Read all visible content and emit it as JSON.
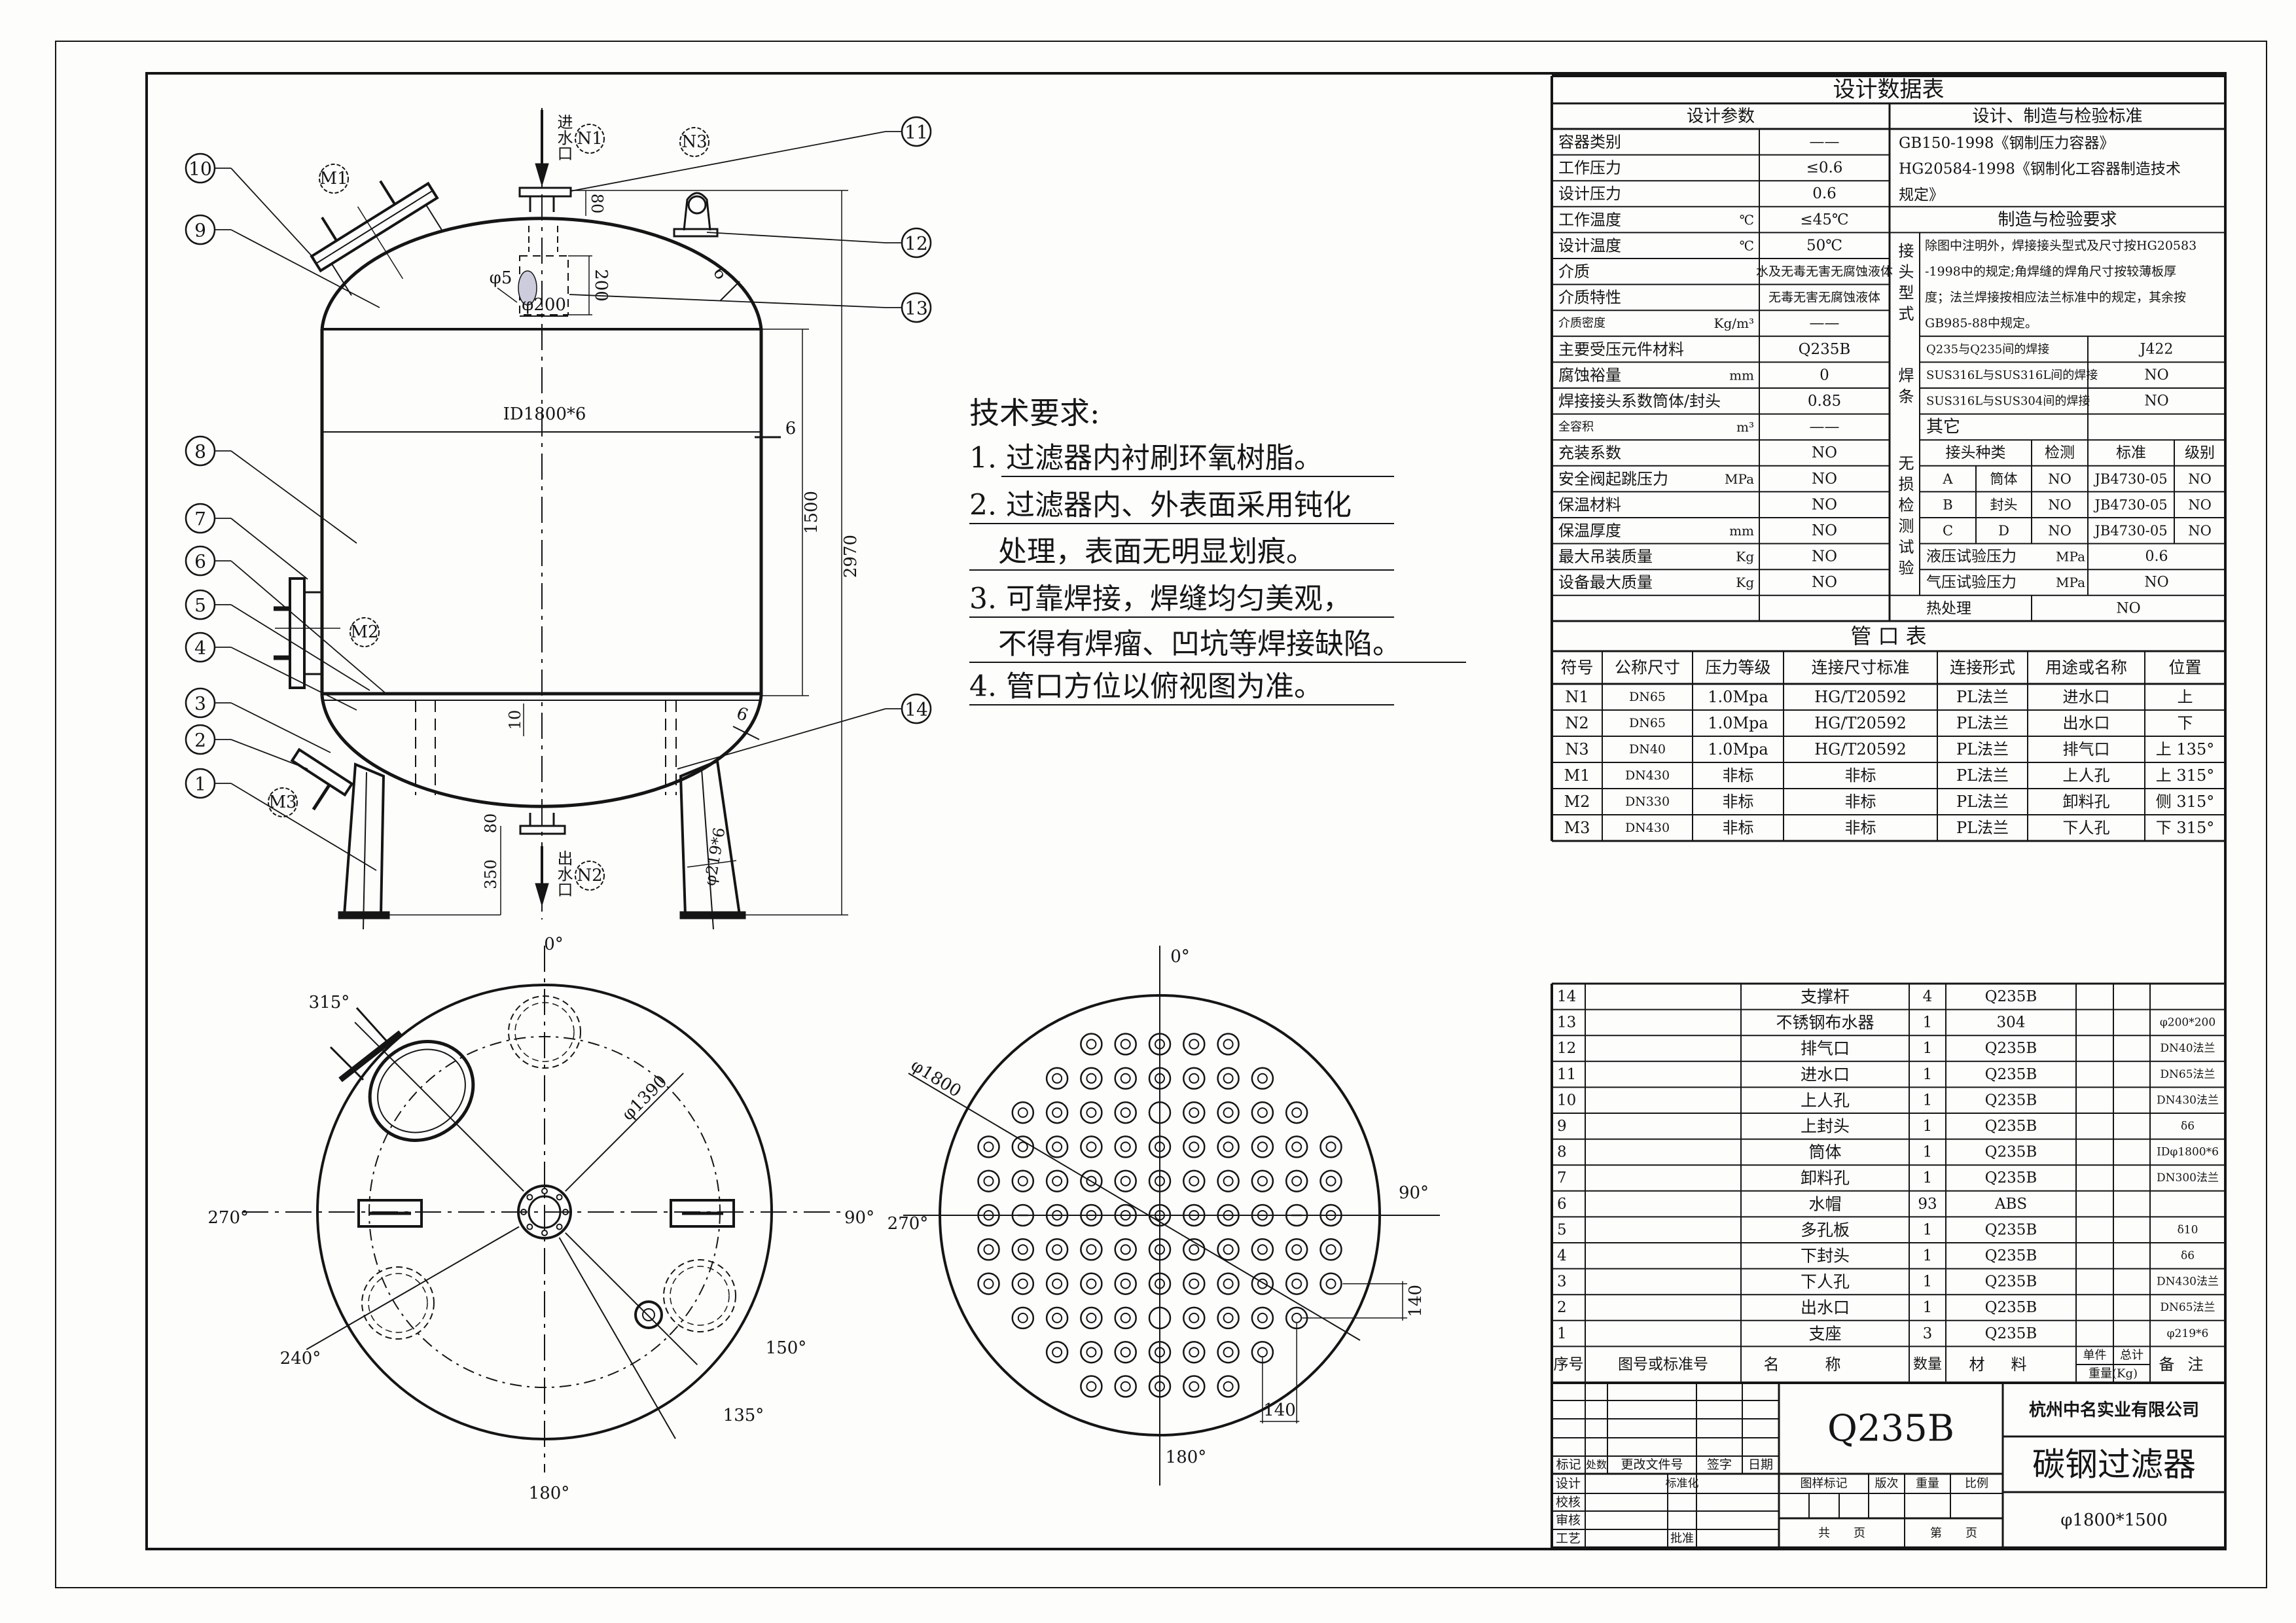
{
  "design_table": {
    "title": "设计数据表",
    "params_header": "设计参数",
    "standards_header": "设计、制造与检验标准",
    "params": [
      {
        "name": "容器类别",
        "unit": "",
        "value": "——"
      },
      {
        "name": "工作压力",
        "unit": "",
        "value": "≤0.6"
      },
      {
        "name": "设计压力",
        "unit": "",
        "value": "0.6"
      },
      {
        "name": "工作温度",
        "unit": "℃",
        "value": "≤45℃"
      },
      {
        "name": "设计温度",
        "unit": "℃",
        "value": "50℃"
      },
      {
        "name": "介质",
        "unit": "",
        "value": "水及无毒无害无腐蚀液体"
      },
      {
        "name": "介质特性",
        "unit": "",
        "value": "无毒无害无腐蚀液体"
      },
      {
        "name": "介质密度",
        "unit": "Kg/m³",
        "value": "——"
      },
      {
        "name": "主要受压元件材料",
        "unit": "",
        "value": "Q235B"
      },
      {
        "name": "腐蚀裕量",
        "unit": "mm",
        "value": "0"
      },
      {
        "name": "焊接接头系数筒体/封头",
        "unit": "",
        "value": "0.85"
      },
      {
        "name": "全容积",
        "unit": "m³",
        "value": "——"
      },
      {
        "name": "充装系数",
        "unit": "",
        "value": "NO"
      },
      {
        "name": "安全阀起跳压力",
        "unit": "MPa",
        "value": "NO"
      },
      {
        "name": "保温材料",
        "unit": "",
        "value": "NO"
      },
      {
        "name": "保温厚度",
        "unit": "mm",
        "value": "NO"
      },
      {
        "name": "最大吊装质量",
        "unit": "Kg",
        "value": "NO"
      },
      {
        "name": "设备最大质量",
        "unit": "Kg",
        "value": "NO"
      }
    ],
    "standards": [
      "GB150-1998《钢制压力容器》",
      "HG20584-1998《钢制化工容器制造技术",
      "规定》"
    ],
    "requirements_header": "制造与检验要求",
    "joint_type": {
      "label": "接头型式",
      "lines": [
        "除图中注明外，焊接接头型式及尺寸按HG20583",
        "-1998中的规定;角焊缝的焊角尺寸按较薄板厚",
        "度；法兰焊接按相应法兰标准中的规定，其余按",
        "GB985-88中规定。"
      ]
    },
    "welding": {
      "label": "焊条",
      "rows": [
        {
          "item": "Q235与Q235间的焊接",
          "value": "J422"
        },
        {
          "item": "SUS316L与SUS316L间的焊接",
          "value": "NO"
        },
        {
          "item": "SUS316L与SUS304间的焊接",
          "value": "NO"
        },
        {
          "item": "其它",
          "value": ""
        }
      ]
    },
    "ndt": {
      "label": "无损检测试验",
      "headers": [
        "接头种类",
        "检测",
        "标准",
        "级别"
      ],
      "rows": [
        [
          "A",
          "筒体",
          "NO",
          "JB4730-05",
          "NO"
        ],
        [
          "B",
          "封头",
          "NO",
          "JB4730-05",
          "NO"
        ],
        [
          "C",
          "D",
          "NO",
          "JB4730-05",
          "NO"
        ]
      ],
      "hydro": {
        "label": "液压试验压力",
        "unit": "MPa",
        "value": "0.6"
      },
      "pneumatic": {
        "label": "气压试验压力",
        "unit": "MPa",
        "value": "NO"
      }
    },
    "heat_treatment": {
      "label": "热处理",
      "value": "NO"
    }
  },
  "nozzle_table": {
    "title": "管 口 表",
    "headers": [
      "符号",
      "公称尺寸",
      "压力等级",
      "连接尺寸标准",
      "连接形式",
      "用途或名称",
      "位置"
    ],
    "rows": [
      [
        "N1",
        "DN65",
        "1.0Mpa",
        "HG/T20592",
        "PL法兰",
        "进水口",
        "上"
      ],
      [
        "N2",
        "DN65",
        "1.0Mpa",
        "HG/T20592",
        "PL法兰",
        "出水口",
        "下"
      ],
      [
        "N3",
        "DN40",
        "1.0Mpa",
        "HG/T20592",
        "PL法兰",
        "排气口",
        "上 135°"
      ],
      [
        "M1",
        "DN430",
        "非标",
        "非标",
        "PL法兰",
        "上人孔",
        "上 315°"
      ],
      [
        "M2",
        "DN330",
        "非标",
        "非标",
        "PL法兰",
        "卸料孔",
        "侧 315°"
      ],
      [
        "M3",
        "DN430",
        "非标",
        "非标",
        "PL法兰",
        "下人孔",
        "下 315°"
      ]
    ]
  },
  "parts_list": {
    "rows": [
      [
        "14",
        "",
        "支撑杆",
        "4",
        "Q235B",
        "",
        "",
        ""
      ],
      [
        "13",
        "",
        "不锈钢布水器",
        "1",
        "304",
        "",
        "",
        "φ200*200"
      ],
      [
        "12",
        "",
        "排气口",
        "1",
        "Q235B",
        "",
        "",
        "DN40法兰"
      ],
      [
        "11",
        "",
        "进水口",
        "1",
        "Q235B",
        "",
        "",
        "DN65法兰"
      ],
      [
        "10",
        "",
        "上人孔",
        "1",
        "Q235B",
        "",
        "",
        "DN430法兰"
      ],
      [
        "9",
        "",
        "上封头",
        "1",
        "Q235B",
        "",
        "",
        "δ6"
      ],
      [
        "8",
        "",
        "筒体",
        "1",
        "Q235B",
        "",
        "",
        "IDφ1800*6"
      ],
      [
        "7",
        "",
        "卸料孔",
        "1",
        "Q235B",
        "",
        "",
        "DN300法兰"
      ],
      [
        "6",
        "",
        "水帽",
        "93",
        "ABS",
        "",
        "",
        ""
      ],
      [
        "5",
        "",
        "多孔板",
        "1",
        "Q235B",
        "",
        "",
        "δ10"
      ],
      [
        "4",
        "",
        "下封头",
        "1",
        "Q235B",
        "",
        "",
        "δ6"
      ],
      [
        "3",
        "",
        "下人孔",
        "1",
        "Q235B",
        "",
        "",
        "DN430法兰"
      ],
      [
        "2",
        "",
        "出水口",
        "1",
        "Q235B",
        "",
        "",
        "DN65法兰"
      ],
      [
        "1",
        "",
        "支座",
        "3",
        "Q235B",
        "",
        "",
        "φ219*6"
      ]
    ],
    "headers": {
      "no": "序号",
      "drawing_no": "图号或标准号",
      "name": "名称",
      "qty": "数量",
      "material": "材料",
      "unit": "单件",
      "total": "总计",
      "weight": "重量(Kg)",
      "remark": "备注"
    }
  },
  "title_block": {
    "material": "Q235B",
    "company": "杭州中名实业有限公司",
    "drawing_title": "碳钢过滤器",
    "spec": "φ1800*1500",
    "revision_headers": [
      "标记",
      "处数",
      "更改文件号",
      "签字",
      "日期"
    ],
    "roles": [
      "设计",
      "校核",
      "审核",
      "工艺"
    ],
    "standardize": "标准化",
    "approve": "批准",
    "info_headers": [
      "图样标记",
      "版次",
      "重量",
      "比例"
    ],
    "total_pages": "共　　页",
    "page_no": "第　　页"
  },
  "tech_notes": {
    "title": "技术要求:",
    "lines": [
      "1. 过滤器内衬刷环氧树脂。",
      "2. 过滤器内、外表面采用钝化",
      "　处理，表面无明显划痕。",
      "3. 可靠焊接，焊缝均匀美观，",
      "　不得有焊瘤、凹坑等焊接缺陷。",
      "4. 管口方位以俯视图为准。"
    ]
  },
  "elevation": {
    "balloons": [
      "1",
      "2",
      "3",
      "4",
      "5",
      "6",
      "7",
      "8",
      "9",
      "10",
      "11",
      "12",
      "13",
      "14"
    ],
    "nozzles": {
      "n1": "N1",
      "n2": "N2",
      "n3": "N3",
      "m1": "M1",
      "m2": "M2",
      "m3": "M3"
    },
    "inlet": "进水口",
    "outlet": "出水口",
    "dims": {
      "n1_height": "80",
      "distributor_height": "200",
      "mesh": "φ5",
      "distributor_dia": "φ200",
      "shell": "ID1800*6",
      "shell_thk": "6",
      "top_head_thk": "6",
      "bottom_head_thk": "6",
      "straight": "1500",
      "overall": "2970",
      "plate_thk": "10",
      "n2_height": "80",
      "leg_height": "350",
      "leg": "φ219*6"
    }
  },
  "plan_view": {
    "angles": {
      "a0": "0°",
      "a90": "90°",
      "a180": "180°",
      "a270": "270°",
      "a315": "315°",
      "a240": "240°",
      "a150": "150°",
      "a135": "135°"
    },
    "circle": "φ1390"
  },
  "plate_view": {
    "angles": {
      "a0": "0°",
      "a90": "90°",
      "a180": "180°",
      "a270": "270°"
    },
    "diameter": "φ1800",
    "pitch_v": "140",
    "pitch_h": "140",
    "row_counts": [
      5,
      7,
      9,
      11,
      11,
      11,
      11,
      11,
      9,
      7,
      5
    ],
    "nozzle_caps": 93
  }
}
